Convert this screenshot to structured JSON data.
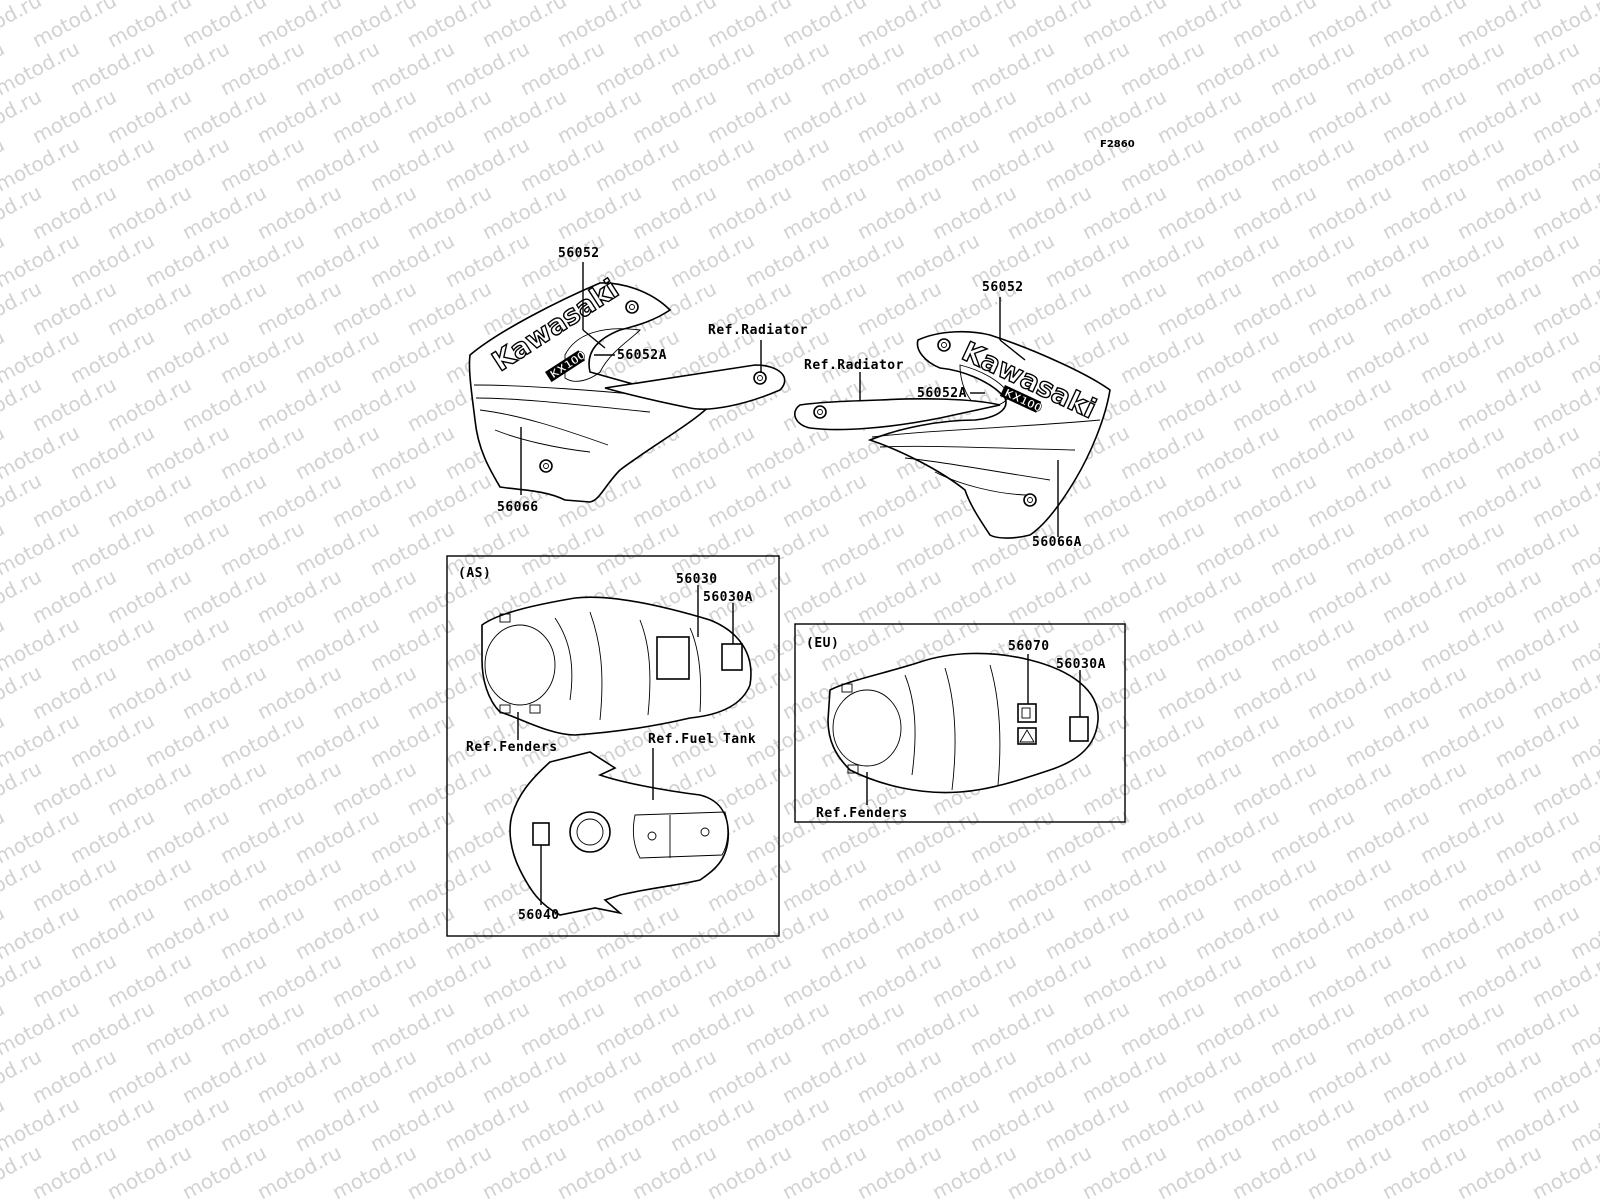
{
  "diagram_code": "F2860",
  "watermark_text": "motod.ru",
  "decal_brand": "Kawasaki",
  "decal_model": "KX100",
  "labels": {
    "l_56052": "56052",
    "l_56052A": "56052A",
    "l_ref_radiator": "Ref.Radiator",
    "l_56066": "56066",
    "r_56052": "56052",
    "r_ref_radiator": "Ref.Radiator",
    "r_56052A": "56052A",
    "r_56066A": "56066A"
  },
  "as_box": {
    "region": "(AS)",
    "p_56030": "56030",
    "p_56030A": "56030A",
    "ref_fenders": "Ref.Fenders",
    "ref_fuel_tank": "Ref.Fuel Tank",
    "p_56040": "56040"
  },
  "eu_box": {
    "region": "(EU)",
    "p_56070": "56070",
    "p_56030A": "56030A",
    "ref_fenders": "Ref.Fenders"
  },
  "colors": {
    "line": "#000000",
    "watermark": "#d2d2d2",
    "background": "#ffffff"
  }
}
